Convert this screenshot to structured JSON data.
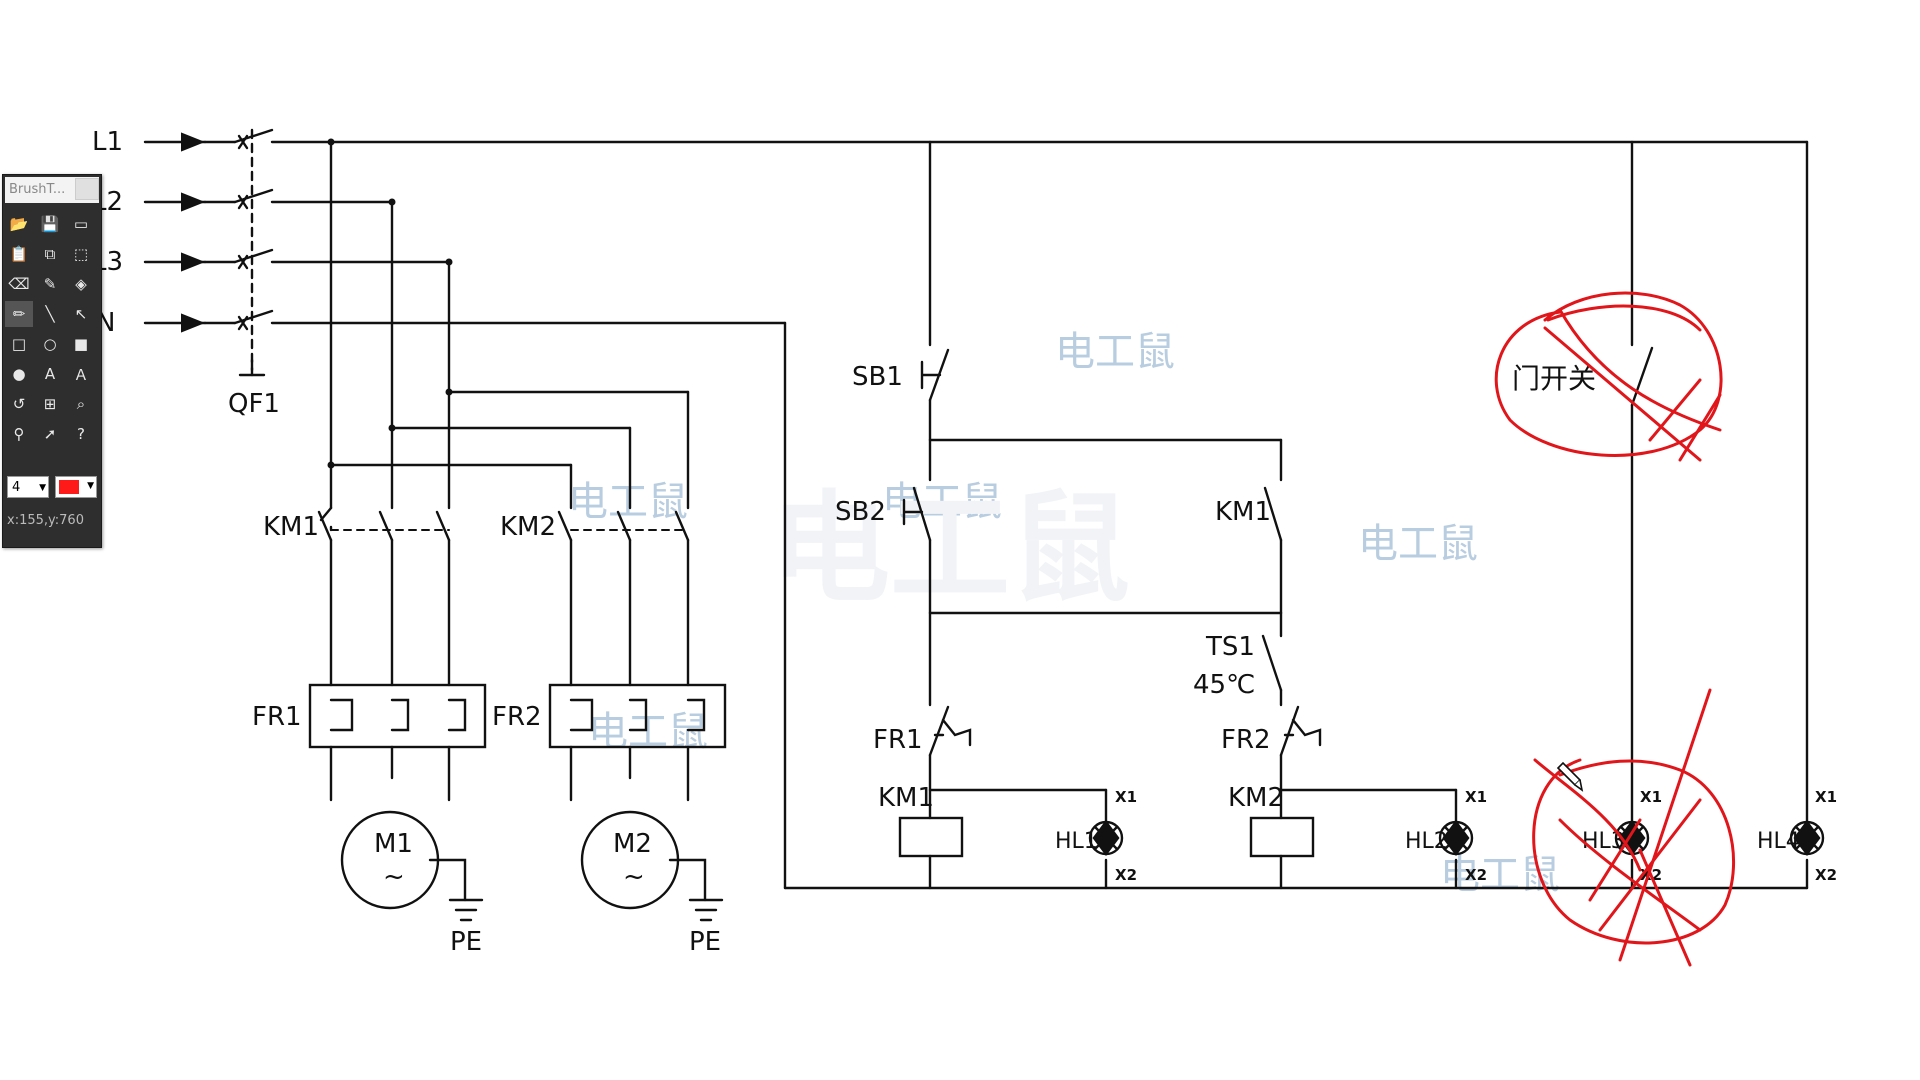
{
  "watermarks": {
    "w1": "电工鼠",
    "w2": "电工鼠",
    "w3": "电工鼠",
    "w4": "电工鼠",
    "w5": "电工鼠",
    "w6": "电工鼠",
    "big": "电工鼠"
  },
  "labels": {
    "L1": "L1",
    "L2": "L2",
    "L3": "L3",
    "N": "N",
    "QF1": "QF1",
    "KM1_power": "KM1",
    "KM2_power": "KM2",
    "FR1_power": "FR1",
    "FR2_power": "FR2",
    "M1": "M1",
    "M2": "M2",
    "tilde1": "~",
    "tilde2": "~",
    "PE1": "PE",
    "PE2": "PE",
    "SB1": "SB1",
    "SB2": "SB2",
    "KM1_aux": "KM1",
    "TS1": "TS1",
    "TS1_temp": "45℃",
    "FR1_ctrl": "FR1",
    "FR2_ctrl": "FR2",
    "KM1_coil": "KM1",
    "KM2_coil": "KM2",
    "HL1": "HL1",
    "HL2": "HL2",
    "HL3": "HL3",
    "HL4": "HL4",
    "X1a": "X1",
    "X2a": "X2",
    "X1b": "X1",
    "X2b": "X2",
    "X1c": "X1",
    "X2c": "X2",
    "X1d": "X1",
    "X2d": "X2",
    "door_switch": "门开关"
  },
  "toolbox": {
    "title": "BrushT...",
    "size_value": "4",
    "brush_color": "#ff1a1a",
    "coord_readout": "x:155,y:760",
    "tools": [
      "open-icon",
      "save-icon",
      "screen-icon",
      "paste-icon",
      "copy-icon",
      "select-rect-icon",
      "eraser-icon",
      "eyedropper-icon",
      "fill-icon",
      "pen-icon",
      "line-icon",
      "arrow-icon",
      "rectangle-icon",
      "ellipse-icon",
      "filled-rect-icon",
      "filled-ellipse-icon",
      "text-icon",
      "text-outline-icon",
      "undo-icon",
      "grid-icon",
      "zoom-icon",
      "pin-icon",
      "pointer-icon",
      "help-icon"
    ]
  },
  "colors": {
    "ink": "#111111",
    "annotation": "#e0161b",
    "watermark": "#b9cde0"
  }
}
